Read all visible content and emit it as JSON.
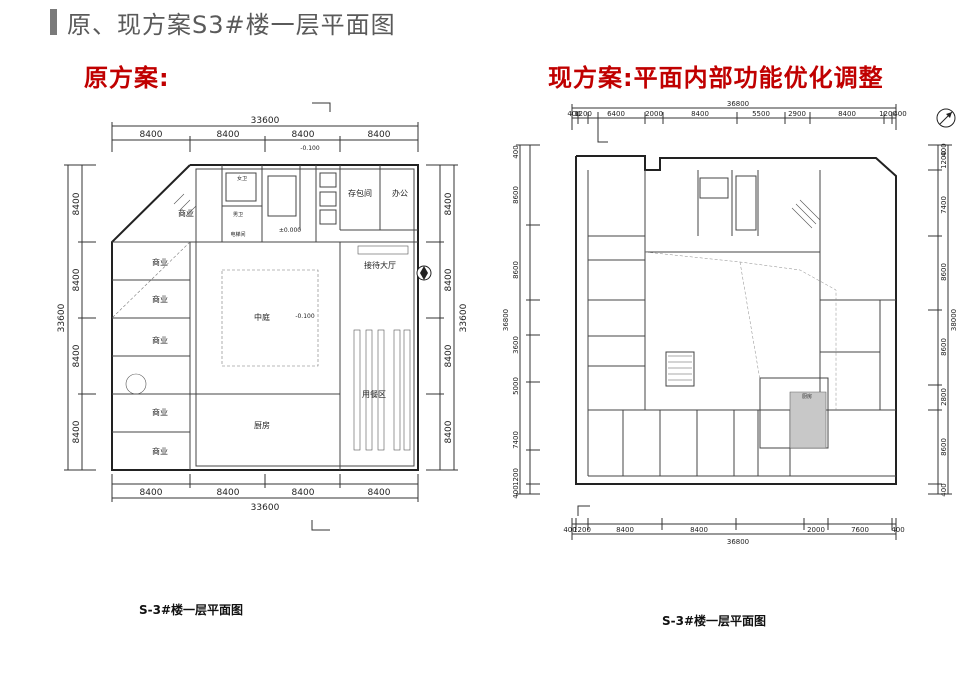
{
  "page_title": "原、现方案S3#楼一层平面图",
  "left": {
    "heading": "原方案:",
    "caption": "S-3#楼一层平面图",
    "dims_top": [
      "33600",
      "8400",
      "8400",
      "8400",
      "8400"
    ],
    "dims_bottom": [
      "8400",
      "8400",
      "8400",
      "8400",
      "33600"
    ],
    "dims_left": [
      "8400",
      "8400",
      "33600",
      "8400",
      "8400"
    ],
    "dims_right": [
      "8400",
      "8400",
      "33600",
      "8400",
      "8400"
    ],
    "rooms": {
      "shop_top": "商业",
      "shop1": "商业",
      "shop2": "商业",
      "shop3": "商业",
      "shop4": "商业",
      "shop5": "商业",
      "atrium": "中庭",
      "atrium_level": "-0.100",
      "kitchen": "厨房",
      "reception": "接待大厅",
      "dining": "用餐区",
      "storage": "存包间",
      "office": "办公",
      "level_top": "-0.100",
      "level_mid": "±0.000",
      "women_wc": "女卫",
      "men_wc": "男卫",
      "electric": "电梯间"
    }
  },
  "right": {
    "heading": "现方案:平面内部功能优化调整",
    "caption": "S-3#楼一层平面图",
    "dims_top": [
      "36800",
      "400",
      "1200",
      "6400",
      "2000",
      "8400",
      "5500",
      "2900",
      "8400",
      "1200",
      "400"
    ],
    "dims_bottom": [
      "400",
      "1200",
      "8400",
      "8400",
      "2000",
      "7600",
      "400",
      "36800"
    ],
    "dims_left": [
      "400",
      "8600",
      "8600",
      "36800",
      "3600",
      "5000",
      "7400",
      "1200",
      "400"
    ],
    "dims_right": [
      "400",
      "1200",
      "7400",
      "8600",
      "38000",
      "8600",
      "2800",
      "8600",
      "400"
    ],
    "room_label": "厨房"
  },
  "colors": {
    "heading": "#c00000",
    "title": "#5a5a5a",
    "lines": "#333333"
  },
  "icons": [
    "north-arrow-icon",
    "section-marker-icon"
  ]
}
